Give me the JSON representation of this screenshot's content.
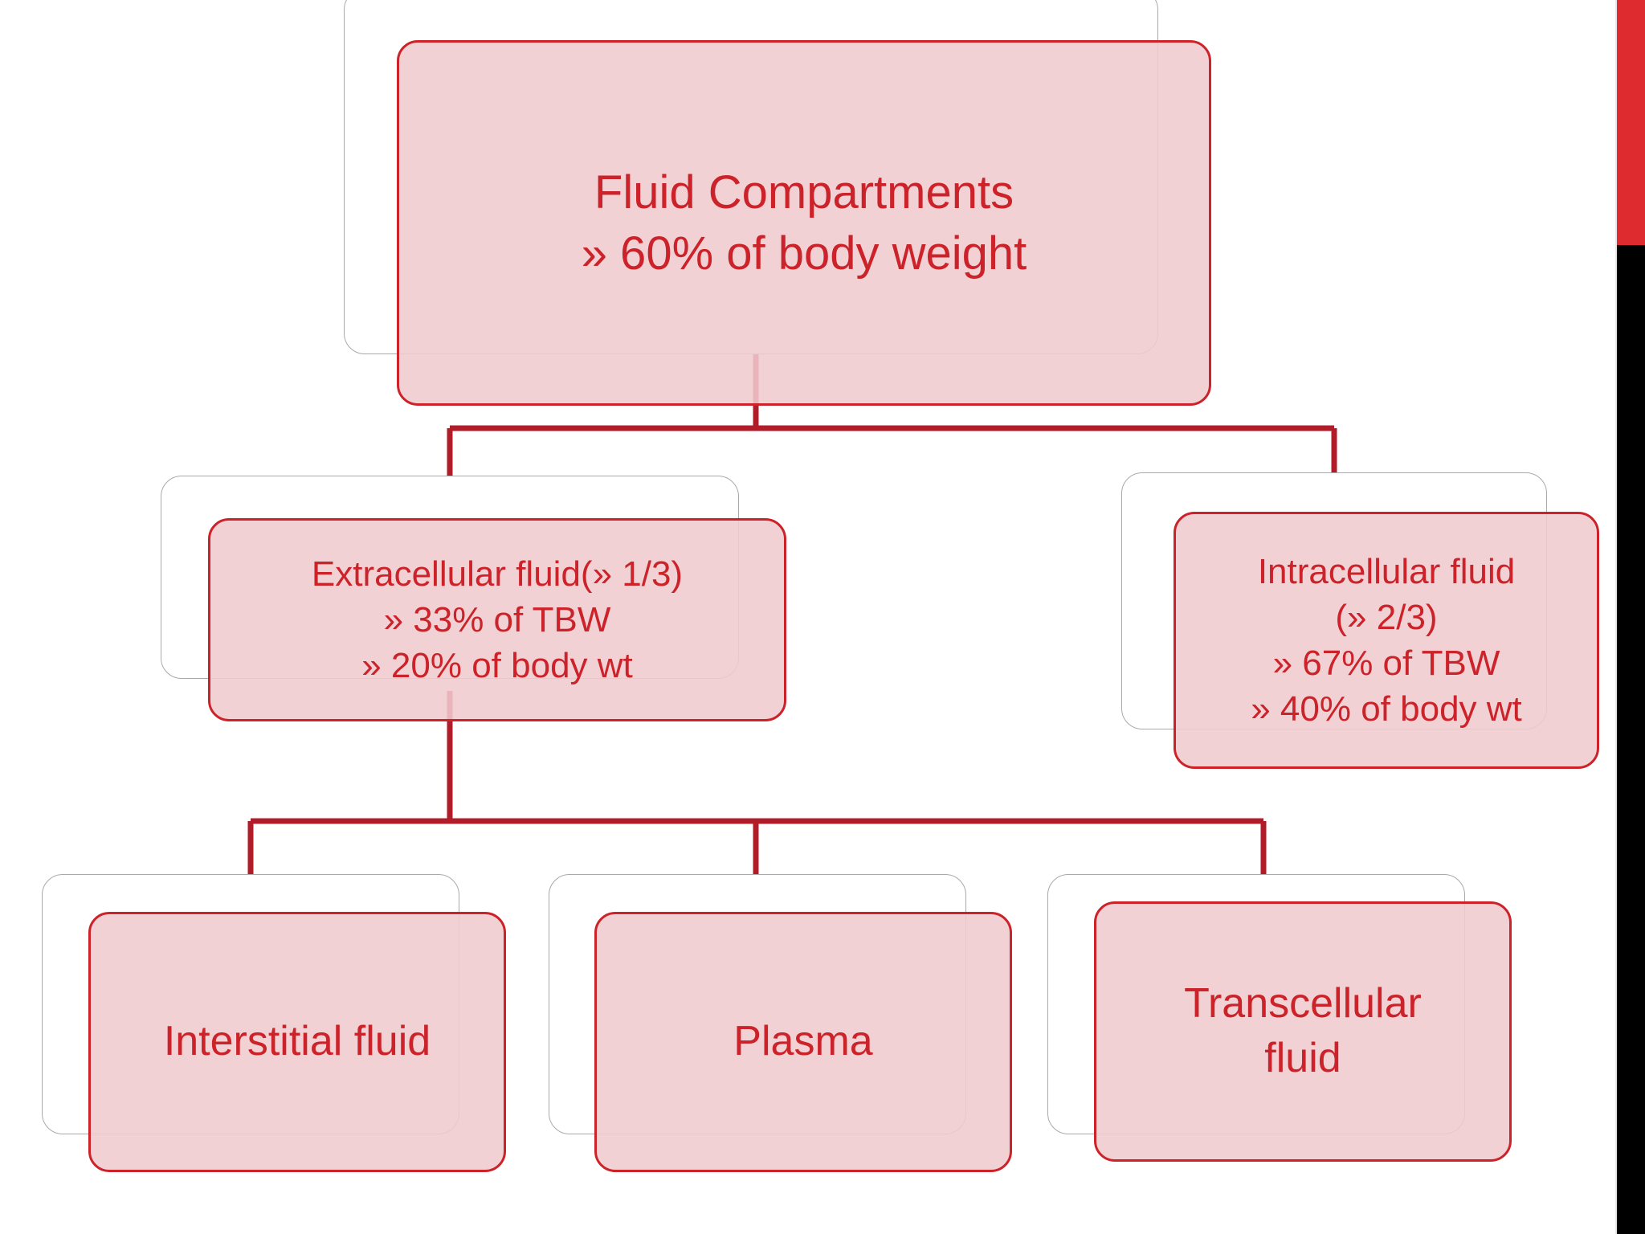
{
  "diagram": {
    "title_text": "Fluid Compartments",
    "type": "hierarchy-chart",
    "colors": {
      "text": "#cc2229",
      "box_border": "#cc2229",
      "box_fill": "#f0cbcf",
      "connector": "#b01c28",
      "ghost_border": "#a9a9ad",
      "edge_strip_red": "#dd2b2f",
      "edge_strip_black": "#000000",
      "background": "#ffffff"
    },
    "nodes": {
      "root": {
        "lines": [
          "Fluid Compartments",
          "» 60% of body weight"
        ]
      },
      "extracellular": {
        "lines": [
          "Extracellular fluid(» 1/3)",
          "» 33% of TBW",
          "» 20% of body wt"
        ]
      },
      "intracellular": {
        "lines": [
          "Intracellular fluid",
          "(» 2/3)",
          "» 67% of TBW",
          "» 40% of body wt"
        ]
      },
      "interstitial": {
        "lines": [
          "Interstitial fluid"
        ]
      },
      "plasma": {
        "lines": [
          "Plasma"
        ]
      },
      "transcellular": {
        "lines": [
          "Transcellular",
          "fluid"
        ]
      }
    }
  }
}
